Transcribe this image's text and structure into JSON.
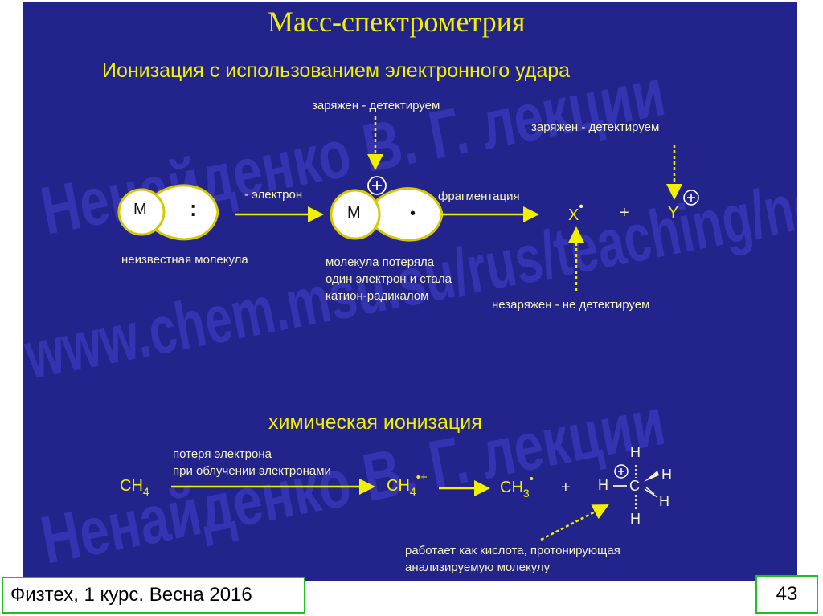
{
  "slide": {
    "title": "Масс-спектрометрия",
    "subtitle1": "Ионизация с использованием электронного удара",
    "subtitle2": "химическая ионизация",
    "watermark": {
      "line1": "Ненайденко В. Г. лекции",
      "line2": "www.chem.msu.su/rus/teaching/nen",
      "line3": "Ненайденко В. Г. лекции"
    },
    "ei": {
      "molecule_symbol": "M",
      "lone_pair": ":",
      "arrow1_label": "- электрон",
      "cation_symbol": "M",
      "radical_dot": "•",
      "charge": "+",
      "arrow2_label": "фрагментация",
      "fragment_x": "X",
      "fragment_y": "Y",
      "plus": "+",
      "label_unknown": "неизвестная молекула",
      "label_lost": [
        "молекула потеряла",
        "один электрон и стала",
        "катион-радикалом"
      ],
      "label_charged": "заряжен - детектируем",
      "label_uncharged": "незаряжен - не детектируем"
    },
    "ci": {
      "ch4": "CH",
      "ch4_sub": "4",
      "arrow_label1": "потеря электрона",
      "arrow_label2": "при облучении электронами",
      "ch4_ion": "CH",
      "ch4_ion_sub": "4",
      "ch4_ion_sup": "•+",
      "ch3": "CH",
      "ch3_sub": "3",
      "ch3_dot": "•",
      "plus": "+",
      "h": "H",
      "c": "C",
      "label_acid": [
        "работает как кислота, протонирующая",
        "анализируемую молекулу"
      ]
    }
  },
  "footer": {
    "course": "Физтех, 1 курс. Весна 2016",
    "page": "43"
  },
  "colors": {
    "background": "#23238c",
    "accent": "#f0f000",
    "frame": "#1ec01e"
  }
}
